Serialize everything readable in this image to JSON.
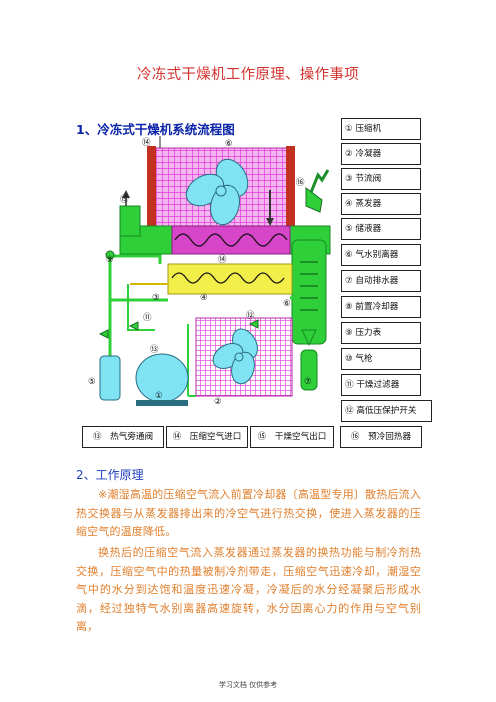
{
  "title": "冷冻式干燥机工作原理、操作事项",
  "section1_heading": "1、冷冻式干燥机系统流程图",
  "legend_right": [
    "① 压缩机",
    "② 冷凝器",
    "③ 节流阀",
    "④ 蒸发器",
    "⑤ 储液器",
    "⑥ 气水别离器",
    "⑦ 自动排水器",
    "⑧ 前置冷却器",
    "⑨ 压力表",
    "⑩ 气枪",
    "⑪ 干燥过滤器",
    "⑫ 高低压保护开关"
  ],
  "legend_bottom": [
    "⑬　热气旁通阀",
    "⑭　压缩空气进口",
    "⑮　干燥空气出口",
    "⑯　预冷回热器"
  ],
  "diagram_labels": {
    "n1": "①",
    "n2": "②",
    "n3": "③",
    "n4": "④",
    "n5": "⑤",
    "n6": "⑥",
    "n6b": "⑥",
    "n7": "⑦",
    "n8": "⑧",
    "n9": "⑨",
    "n10": "⑩",
    "n11": "⑪",
    "n12": "⑫",
    "n13": "⑬",
    "n14": "⑭",
    "n14b": "⑭",
    "n15": "⑮",
    "n16": "⑯"
  },
  "section2_heading": "2、工作原理",
  "paragraphs": [
    "※潮湿高温的压缩空气流入前置冷却器〔高温型专用〕散热后流入热交换器与从蒸发器排出来的冷空气进行热交换，使进入蒸发器的压缩空气的温度降低。",
    "换热后的压缩空气流入蒸发器通过蒸发器的换热功能与制冷剂热交换，压缩空气中的热量被制冷剂带走，压缩空气迅速冷却，潮湿空气中的水分到达饱和温度迅速冷凝，冷凝后的水分经凝聚后形成水滴，经过独特气水别离器高速旋转，水分因离心力的作用与空气别离，"
  ],
  "footer": "学习文档  仅供参考",
  "colors": {
    "title": "#d2332f",
    "heading": "#0b23a8",
    "body_text": "#e07f2c",
    "pipe_green": "#2fcf3a",
    "coil_magenta": "#e23ad9",
    "evaporator_yellow": "#f2ee4a",
    "fan_cyan": "#7fe3f4"
  }
}
